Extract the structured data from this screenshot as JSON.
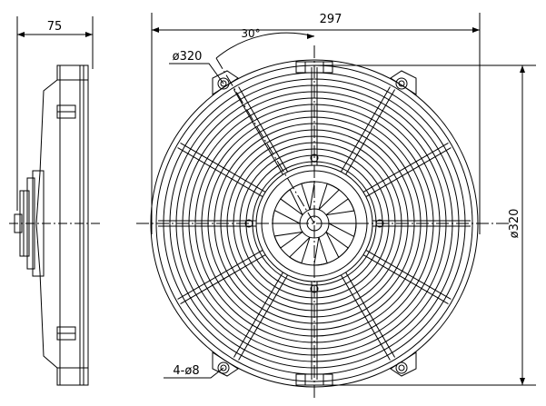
{
  "dimensions": {
    "side_depth": "75",
    "front_width": "297",
    "angle": "30°",
    "diameter_top": "ø320",
    "diameter_right": "ø320",
    "mount_holes": "4-ø8"
  },
  "colors": {
    "line": "#000000",
    "background": "#ffffff"
  },
  "geometry": {
    "blade_count": 10,
    "mount_hole_count": 4,
    "guard_ring_count": 15,
    "guard_spoke_count": 12
  }
}
